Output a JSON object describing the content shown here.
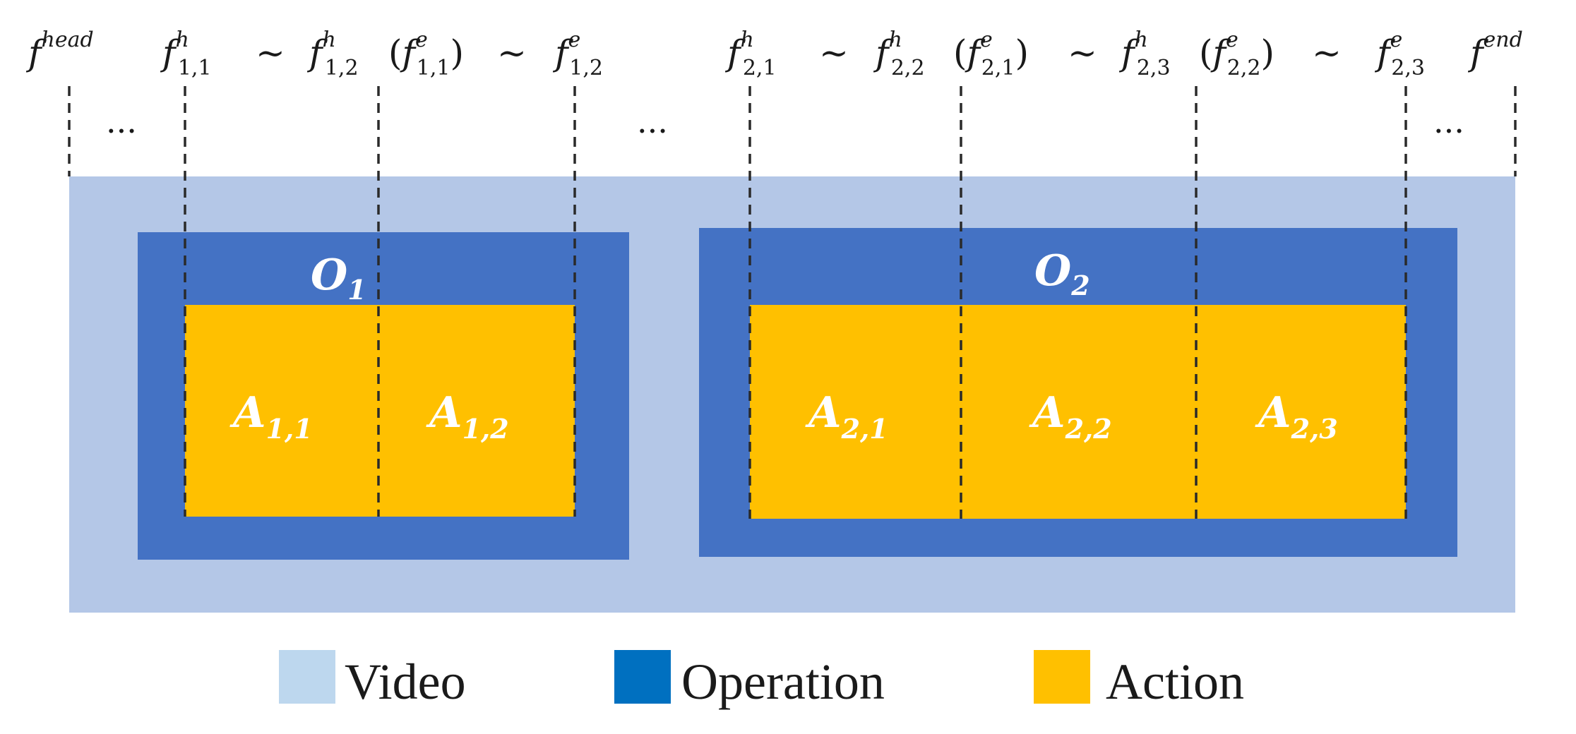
{
  "colors": {
    "video": "#b4c7e7",
    "operation": "#4472c4",
    "action": "#ffc000",
    "legend_video": "#bdd7ee",
    "legend_operation": "#0070c0",
    "legend_action": "#ffc000"
  },
  "top_labels": [
    {
      "id": "head",
      "base": "f",
      "sup": "head",
      "sub": ""
    },
    {
      "id": "h11",
      "base": "f",
      "sup": "h",
      "sub": "1,1"
    },
    {
      "id": "tilde1",
      "text": "~"
    },
    {
      "id": "h12",
      "base": "f",
      "sup": "h",
      "sub": "1,2"
    },
    {
      "id": "e11",
      "paren": true,
      "base": "f",
      "sup": "e",
      "sub": "1,1"
    },
    {
      "id": "tilde2",
      "text": "~"
    },
    {
      "id": "e12",
      "base": "f",
      "sup": "e",
      "sub": "1,2"
    },
    {
      "id": "h21",
      "base": "f",
      "sup": "h",
      "sub": "2,1"
    },
    {
      "id": "tilde3",
      "text": "~"
    },
    {
      "id": "h22",
      "base": "f",
      "sup": "h",
      "sub": "2,2"
    },
    {
      "id": "e21",
      "paren": true,
      "base": "f",
      "sup": "e",
      "sub": "2,1"
    },
    {
      "id": "tilde4",
      "text": "~"
    },
    {
      "id": "h23",
      "base": "f",
      "sup": "h",
      "sub": "2,3"
    },
    {
      "id": "e22",
      "paren": true,
      "base": "f",
      "sup": "e",
      "sub": "2,2"
    },
    {
      "id": "tilde5",
      "text": "~"
    },
    {
      "id": "e23",
      "base": "f",
      "sup": "e",
      "sub": "2,3"
    },
    {
      "id": "end",
      "base": "f",
      "sup": "end",
      "sub": ""
    }
  ],
  "ellipses": [
    "...",
    "...",
    "..."
  ],
  "operations": [
    {
      "id": "op1",
      "base": "O",
      "sub": "1"
    },
    {
      "id": "op2",
      "base": "O",
      "sub": "2"
    }
  ],
  "actions": [
    {
      "id": "a11",
      "base": "A",
      "sub": "1,1"
    },
    {
      "id": "a12",
      "base": "A",
      "sub": "1,2"
    },
    {
      "id": "a21",
      "base": "A",
      "sub": "2,1"
    },
    {
      "id": "a22",
      "base": "A",
      "sub": "2,2"
    },
    {
      "id": "a23",
      "base": "A",
      "sub": "2,3"
    }
  ],
  "legend": [
    {
      "key": "video",
      "label": "Video"
    },
    {
      "key": "operation",
      "label": "Operation"
    },
    {
      "key": "action",
      "label": "Action"
    }
  ]
}
